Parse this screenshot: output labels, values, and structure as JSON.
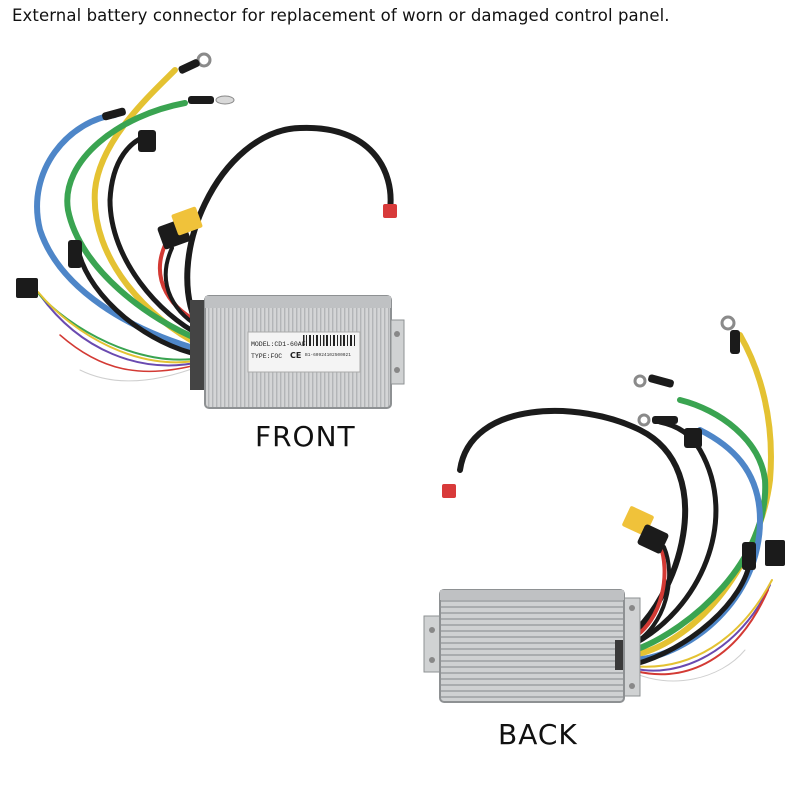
{
  "caption": "External battery connector for replacement of worn or damaged control panel.",
  "views": {
    "front": {
      "label": "FRONT",
      "sticker": {
        "model": "MODEL:CD1-60AF",
        "type": "TYPE:FOC",
        "serial": "B1-60924102500021"
      }
    },
    "back": {
      "label": "BACK"
    }
  },
  "colors": {
    "housing": "#c8cacb",
    "housing_dark": "#8e9193",
    "wire_black": "#1b1b1b",
    "wire_blue": "#4e86c8",
    "wire_yellow": "#e4c232",
    "wire_green": "#3aa451",
    "wire_red": "#d33a34",
    "connector_yellow": "#f0c23a",
    "connector_red_tip": "#d83a3a"
  }
}
